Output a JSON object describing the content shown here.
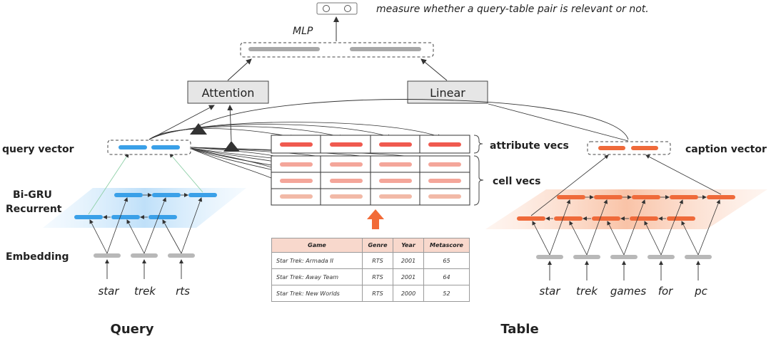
{
  "output": {
    "caption": "measure whether a query-table pair is relevant or not."
  },
  "mlp_label": "MLP",
  "attention_label": "Attention",
  "linear_label": "Linear",
  "labels": {
    "query_vector": "query vector",
    "bigru_line1": "Bi-GRU",
    "bigru_line2": "Recurrent",
    "embedding": "Embedding",
    "attribute_vecs": "attribute vecs",
    "cell_vecs": "cell vecs",
    "caption_vector": "caption vector",
    "query": "Query",
    "table": "Table"
  },
  "query_words": [
    "star",
    "trek",
    "rts"
  ],
  "caption_words": [
    "star",
    "trek",
    "games",
    "for",
    "pc"
  ],
  "example_table": {
    "headers": [
      "Game",
      "Genre",
      "Year",
      "Metascore"
    ],
    "rows": [
      [
        "Star Trek: Armada II",
        "RTS",
        "2001",
        "65"
      ],
      [
        "Star Trek: Away Team",
        "RTS",
        "2001",
        "64"
      ],
      [
        "Star Trek: New Worlds",
        "RTS",
        "2000",
        "52"
      ]
    ]
  },
  "colors": {
    "query_blue": "#3aa0e8",
    "query_plane": "#cfe8fb",
    "caption_orange": "#ef7c4a",
    "caption_plane": "#fbd3bf",
    "attr_red": "#f05a4f",
    "cell_pink": "#f4a69a",
    "box_gray": "#e6e6e6",
    "embed_gray": "#b8b8b8",
    "arrow_orange": "#f26b38"
  }
}
